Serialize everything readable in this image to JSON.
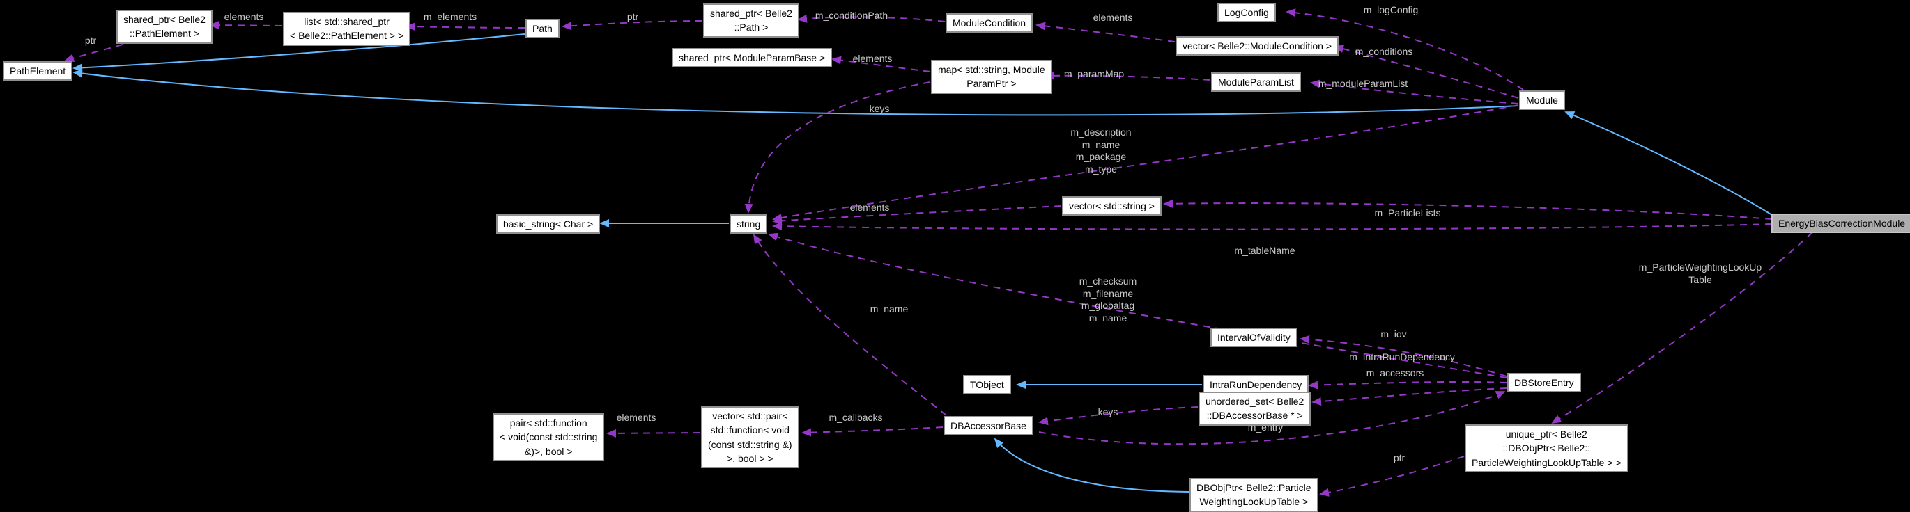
{
  "diagram": {
    "type": "doxygen-collaboration-graph",
    "highlighted_node": "EnergyBiasCorrectionModule",
    "colors": {
      "background": "#000000",
      "node_fill": "#ffffff",
      "node_border": "#8f8f8f",
      "highlight_fill": "#aeaeae",
      "uses_edge": "#9537c7",
      "inherit_edge": "#63b8ff",
      "edge_label": "#c9c9c9"
    },
    "nodes": {
      "path_element": "PathElement",
      "shared_ptr_path_element": "shared_ptr< Belle2\n::PathElement >",
      "list_shared_ptr_path_element": "list< std::shared_ptr\n< Belle2::PathElement > >",
      "path": "Path",
      "shared_ptr_path": "shared_ptr< Belle2\n::Path >",
      "module_condition": "ModuleCondition",
      "log_config": "LogConfig",
      "vector_module_condition": "vector< Belle2::ModuleCondition >",
      "shared_ptr_module_param_base": "shared_ptr< ModuleParamBase >",
      "map_string_module_param_ptr": "map< std::string, Module\nParamPtr >",
      "module_param_list": "ModuleParamList",
      "module": "Module",
      "basic_string_char": "basic_string< Char >",
      "string": "string",
      "vector_string": "vector< std::string >",
      "interval_of_validity": "IntervalOfValidity",
      "tobject": "TObject",
      "intra_run_dependency": "IntraRunDependency",
      "db_store_entry": "DBStoreEntry",
      "unordered_set_db_accessor": "unordered_set< Belle2\n::DBAccessorBase * >",
      "pair_function_bool": "pair< std::function\n< void(const std::string\n&)>, bool >",
      "vector_pair_function_bool": "vector< std::pair<\nstd::function< void\n(const std::string &)\n>, bool > >",
      "db_accessor_base": "DBAccessorBase",
      "unique_ptr_dbobjptr": "unique_ptr< Belle2\n::DBObjPtr< Belle2::\nParticleWeightingLookUpTable > >",
      "db_obj_ptr": "DBObjPtr< Belle2::Particle\nWeightingLookUpTable >",
      "energy_bias_correction_module": "EnergyBiasCorrectionModule"
    },
    "edge_labels": {
      "elements_list": "elements",
      "ptr_pathelement": "ptr",
      "m_elements": "m_elements",
      "ptr_path": "ptr",
      "m_conditionPath": "m_conditionPath",
      "elements_condition": "elements",
      "m_logConfig": "m_logConfig",
      "m_conditions": "m_conditions",
      "elements_param": "elements",
      "m_paramMap": "m_paramMap",
      "m_moduleParamList": "m_moduleParamList",
      "keys_map": "keys",
      "module_string_members": "m_description\nm_name\nm_package\nm_type",
      "elements_vecstring": "elements",
      "m_ParticleLists": "m_ParticleLists",
      "m_tableName": "m_tableName",
      "dbstore_string_members": "m_checksum\nm_filename\nm_globaltag\nm_name",
      "m_name": "m_name",
      "m_ParticleWeightingLookUpTable": "m_ParticleWeightingLookUp\nTable",
      "m_iov": "m_iov",
      "m_IntraRunDependency": "m_IntraRunDependency",
      "m_accessors": "m_accessors",
      "keys_set": "keys",
      "m_entry": "m_entry",
      "elements_pair": "elements",
      "m_callbacks": "m_callbacks",
      "ptr_dbobj": "ptr"
    }
  }
}
